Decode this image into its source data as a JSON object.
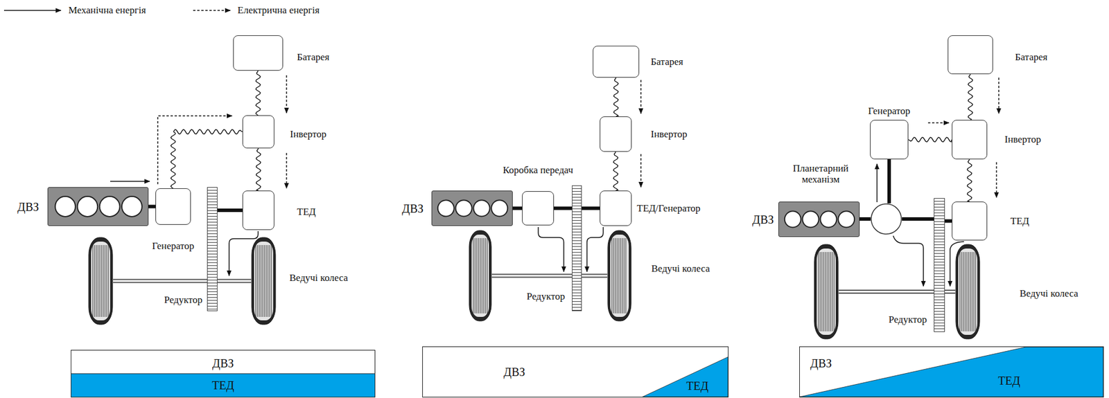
{
  "diagram": {
    "nodes": [
      {
        "text": [
          "Батарея"
        ]
      },
      {
        "text": [
          "Інвертор"
        ]
      },
      {
        "text": [
          "ДВЗ"
        ]
      },
      {
        "text": [
          "Генератор"
        ]
      },
      {
        "text": [
          "ТЕД"
        ]
      },
      {
        "text": [
          "Редуктор"
        ]
      },
      {
        "text": [
          "Ведучі колеса"
        ]
      },
      {
        "text": [
          "ДВЗ",
          "ТЕД"
        ]
      },
      {
        "text": [
          "Батарея"
        ]
      },
      {
        "text": [
          "Інвертор"
        ]
      },
      {
        "text": [
          "Коробка передач"
        ]
      },
      {
        "text": [
          "ДВЗ"
        ]
      },
      {
        "text": [
          "ТЕД/Генератор"
        ]
      },
      {
        "text": [
          "Редуктор"
        ]
      },
      {
        "text": [
          "Ведучі колеса"
        ]
      },
      {
        "text": [
          "ДВЗ",
          "ТЕД"
        ]
      },
      {
        "text": [
          "Батарея"
        ]
      },
      {
        "text": [
          "Генератор"
        ]
      },
      {
        "text": [
          "Інвертор"
        ]
      },
      {
        "text": [
          "Планетарний механізм"
        ]
      },
      {
        "text": [
          "ДВЗ"
        ]
      },
      {
        "text": [
          "ТЕД"
        ]
      },
      {
        "text": [
          "Редуктор"
        ]
      },
      {
        "text": [
          "Ведучі колеса"
        ]
      },
      {
        "text": [
          "ДВЗ",
          "ТЕД"
        ]
      }
    ],
    "edges": [
      {
        "from": 0,
        "to": 1,
        "arrow": "none"
      },
      {
        "from": 1,
        "to": 4,
        "arrow": "none"
      },
      {
        "from": 1,
        "to": 3,
        "arrow": "none"
      },
      {
        "from": 2,
        "to": 3,
        "arrow": "none"
      },
      {
        "from": 5,
        "to": 4,
        "arrow": "none"
      },
      {
        "from": 5,
        "to": 6,
        "arrow": "none"
      },
      {
        "from": 8,
        "to": 9,
        "arrow": "none"
      },
      {
        "from": 9,
        "to": 12,
        "arrow": "none"
      },
      {
        "from": 11,
        "to": 10,
        "arrow": "none"
      },
      {
        "from": 10,
        "to": 13,
        "arrow": "none"
      },
      {
        "from": 13,
        "to": 12,
        "arrow": "none"
      },
      {
        "from": 13,
        "to": 14,
        "arrow": "none"
      },
      {
        "from": 16,
        "to": 18,
        "arrow": "none"
      },
      {
        "from": 17,
        "to": 18,
        "arrow": "none"
      },
      {
        "from": 18,
        "to": 21,
        "arrow": "none"
      },
      {
        "from": 20,
        "to": 19,
        "arrow": "none"
      },
      {
        "from": 19,
        "to": 17,
        "arrow": "none"
      },
      {
        "from": 19,
        "to": 22,
        "arrow": "none"
      },
      {
        "from": 22,
        "to": 21,
        "arrow": "none"
      },
      {
        "from": 22,
        "to": 23,
        "arrow": "none"
      }
    ],
    "legend": [
      {
        "text": "Механічна енергія"
      },
      {
        "text": "Електрична енергія"
      }
    ]
  }
}
